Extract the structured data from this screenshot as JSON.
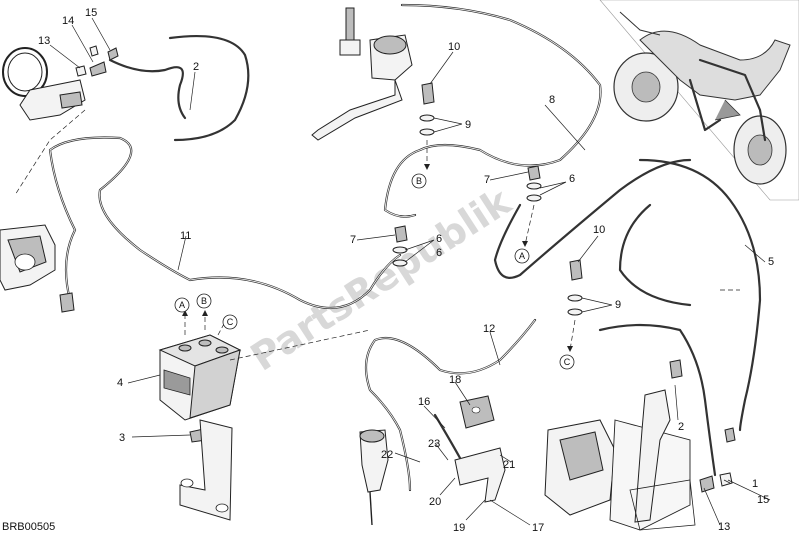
{
  "diagram": {
    "drawing_code": "BRB00505",
    "watermark": "PartsRepublik",
    "callouts": [
      "1",
      "2",
      "2",
      "3",
      "4",
      "5",
      "6",
      "6",
      "6",
      "7",
      "7",
      "8",
      "9",
      "9",
      "10",
      "10",
      "11",
      "12",
      "13",
      "13",
      "14",
      "15",
      "15",
      "16",
      "17",
      "18",
      "19",
      "20",
      "21",
      "22",
      "23"
    ],
    "reference_markers": [
      "A",
      "B",
      "C",
      "A",
      "B",
      "C"
    ]
  }
}
